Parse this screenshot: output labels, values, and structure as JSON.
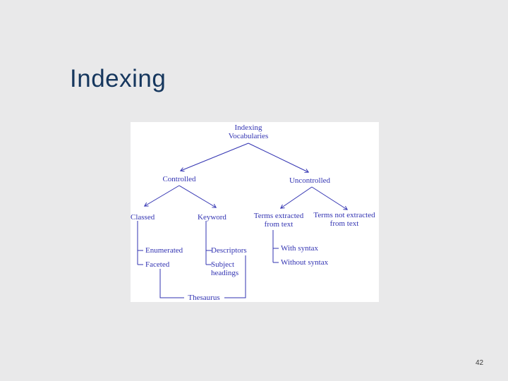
{
  "slide": {
    "title": "Indexing",
    "page_number": "42"
  },
  "colors": {
    "slide_background": "#E9E9EA",
    "panel_background": "#FFFFFF",
    "title_text": "#16375E",
    "diagram_blue": "#3233B2",
    "page_number_text": "#3A3A3A"
  },
  "diagram": {
    "nodes": {
      "root": "Indexing\nVocabularies",
      "controlled": "Controlled",
      "uncontrolled": "Uncontrolled",
      "classed": "Classed",
      "keyword": "Keyword",
      "terms_extracted": "Terms extracted\nfrom text",
      "terms_not_extracted": "Terms not extracted\nfrom text",
      "enumerated": "Enumerated",
      "faceted": "Faceted",
      "descriptors": "Descriptors",
      "subject_headings": "Subject\nheadings",
      "with_syntax": "With syntax",
      "without_syntax": "Without syntax",
      "thesaurus": "Thesaurus"
    },
    "edges": [
      [
        "Indexing Vocabularies",
        "Controlled"
      ],
      [
        "Indexing Vocabularies",
        "Uncontrolled"
      ],
      [
        "Controlled",
        "Classed"
      ],
      [
        "Controlled",
        "Keyword"
      ],
      [
        "Uncontrolled",
        "Terms extracted from text"
      ],
      [
        "Uncontrolled",
        "Terms not extracted from text"
      ],
      [
        "Classed",
        "Enumerated"
      ],
      [
        "Classed",
        "Faceted"
      ],
      [
        "Keyword",
        "Descriptors"
      ],
      [
        "Keyword",
        "Subject headings"
      ],
      [
        "Terms extracted from text",
        "With syntax"
      ],
      [
        "Terms extracted from text",
        "Without syntax"
      ],
      [
        "Faceted",
        "Thesaurus"
      ],
      [
        "Descriptors",
        "Thesaurus"
      ]
    ]
  }
}
